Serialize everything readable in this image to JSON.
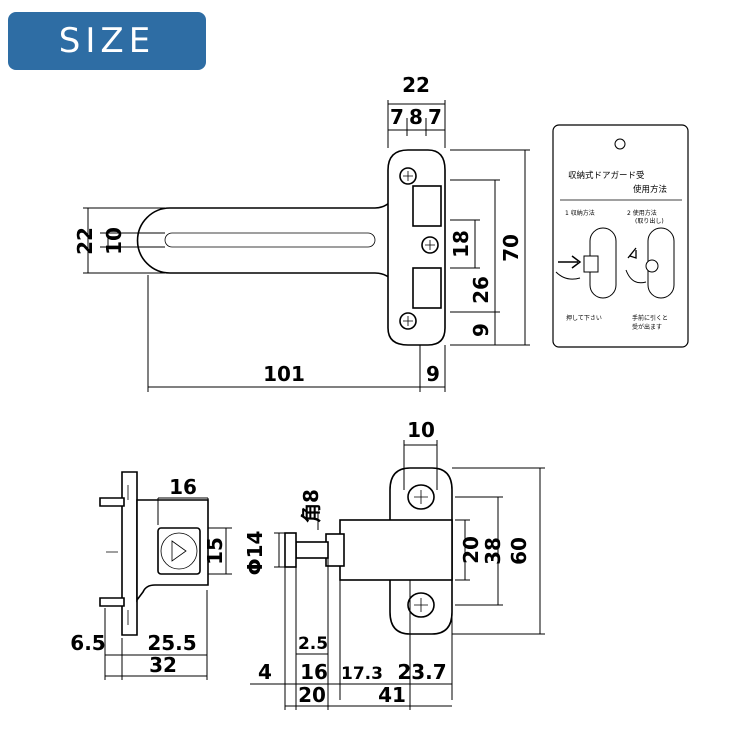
{
  "header": {
    "badge_label": "SIZE",
    "badge_color": "#2e6da4"
  },
  "top_view": {
    "dims": {
      "overall_width": "22",
      "seg_a": "7",
      "seg_b": "8",
      "seg_c": "7",
      "arm_outer": "22",
      "arm_inner": "10",
      "center_height": "18",
      "total_height": "70",
      "pitch": "26",
      "bottom_offset": "9",
      "length": "101",
      "plate_width": "9"
    }
  },
  "instruction_card": {
    "title": "収納式ドアガード受",
    "subtitle": "使用方法",
    "step1_label": "1 収納方法",
    "step2_label": "2 使用方法",
    "step2_note": "(取り出し)",
    "step1_caption": "押して下さい",
    "step2_caption_1": "手前に引くと",
    "step2_caption_2": "受が出ます"
  },
  "side_view": {
    "dims": {
      "knob_width": "16",
      "knob_height": "15",
      "offset": "6.5",
      "depth": "25.5",
      "total_depth": "32"
    }
  },
  "front_view": {
    "dims": {
      "top_width": "10",
      "square": "角8",
      "diameter": "Φ14",
      "slot": "20",
      "hole_pitch": "38",
      "height": "60",
      "collar": "2.5",
      "gap": "4",
      "shaft": "16",
      "offset": "17.3",
      "body": "23.7",
      "bottom_left": "20",
      "bottom_right": "41"
    }
  }
}
